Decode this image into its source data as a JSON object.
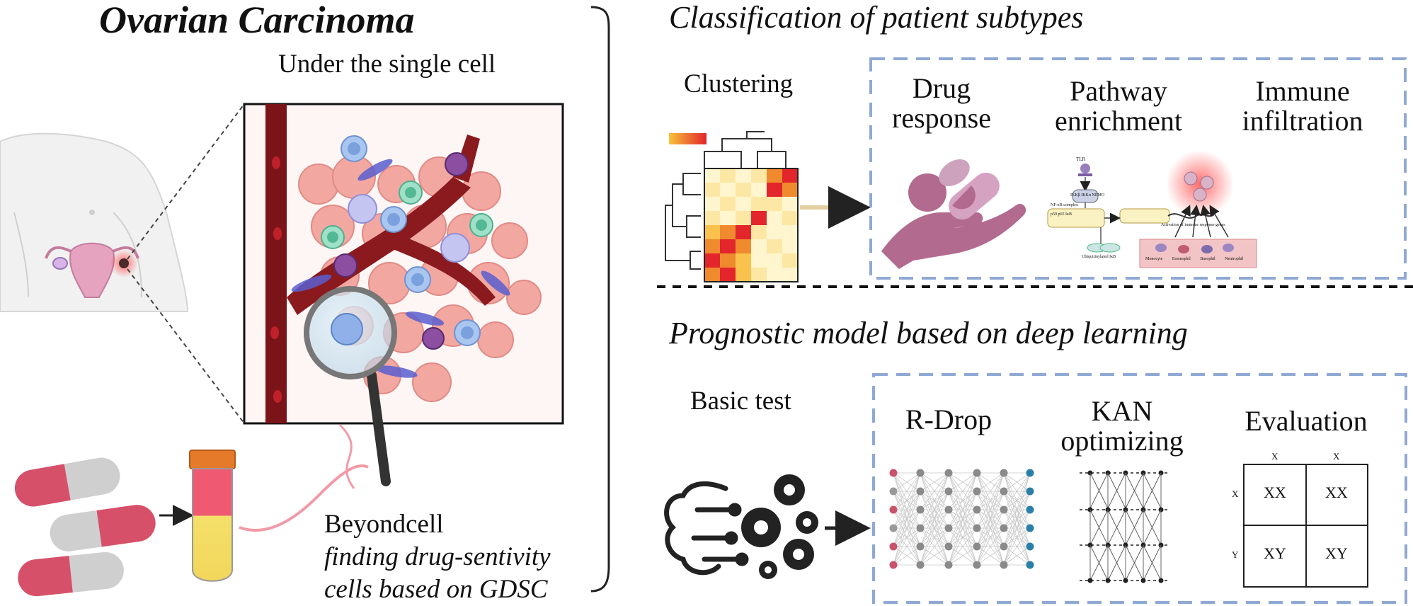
{
  "left": {
    "title": "Ovarian Carcinoma",
    "microscope_caption": "Under the single cell",
    "beyondcell": {
      "name": "Beyondcell",
      "desc_line1": "finding drug-sentivity",
      "desc_line2": "cells based on GDSC"
    }
  },
  "top_section": {
    "title": "Classification of patient subtypes",
    "clustering_label": "Clustering",
    "panels": [
      {
        "line1": "Drug",
        "line2": "response"
      },
      {
        "line1": "Pathway",
        "line2": "enrichment"
      },
      {
        "line1": "Immune",
        "line2": "infiltration"
      }
    ],
    "pathway_tiny": [
      "TLR",
      "IKKβ",
      "IKKα",
      "NEMO",
      "NF-κB complex",
      "p50",
      "p65",
      "IκB",
      "Ubiquitinylated IκB",
      "Activation of immune response genes"
    ],
    "immune_tiny": [
      "Monocyte",
      "Eosinophil",
      "Basophil",
      "Neutrophil"
    ]
  },
  "bottom_section": {
    "title": "Prognostic model based on deep learning",
    "basic_test_label": "Basic test",
    "panels": [
      {
        "line1": "R-Drop",
        "line2": ""
      },
      {
        "line1": "KAN",
        "line2": "optimizing"
      },
      {
        "line1": "Evaluation",
        "line2": ""
      }
    ],
    "matrix": {
      "col_labels": [
        "X",
        "X"
      ],
      "row_labels": [
        "X",
        "Y"
      ],
      "cells": [
        [
          "XX",
          "XX"
        ],
        [
          "XY",
          "XY"
        ]
      ]
    }
  },
  "colors": {
    "dashed_box": "#8fa9d4",
    "heat_dark": "#d9232b",
    "heat_light": "#fff3c4",
    "drug_icon": "#b26a8f",
    "vessel": "#7a1418",
    "tumor": "#f2a7a0",
    "pill_red": "#d7506a",
    "pill_grey": "#cfcfcf"
  }
}
